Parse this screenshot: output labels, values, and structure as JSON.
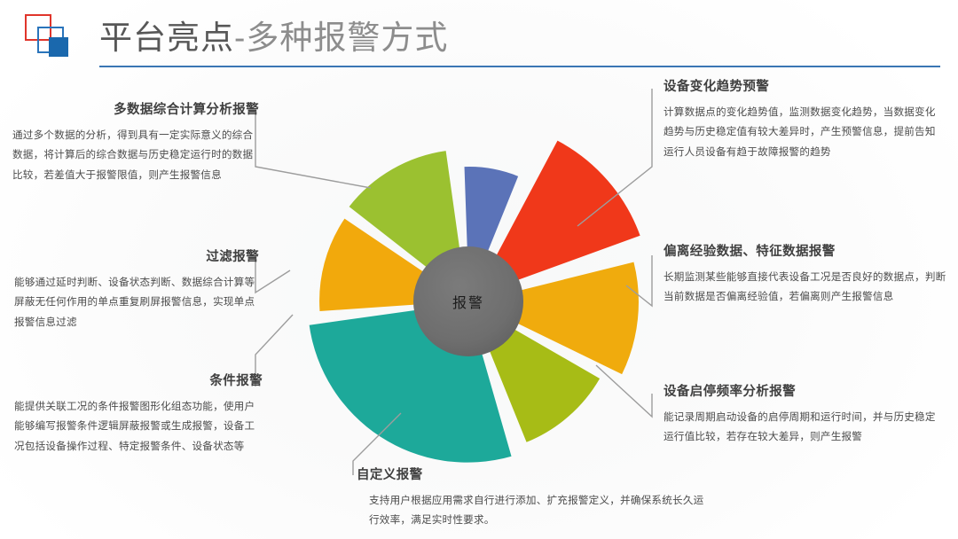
{
  "header": {
    "title_main": "平台亮点",
    "title_sub": "-多种报警方式",
    "logo_name": "three-squares-logo"
  },
  "diagram": {
    "hub_label": "报警",
    "hub_color": "#6e6e6e",
    "type": "radial-wedge-diagram",
    "wedges": [
      {
        "id": "trend",
        "label": "设备变化趋势预警",
        "color": "#f0381a",
        "start_angle": -62,
        "end_angle": -20,
        "radius": 198,
        "gap": 10
      },
      {
        "id": "deviation",
        "label": "偏离经验数据、特征数据报警",
        "color": "#f0ab0d",
        "start_angle": -14,
        "end_angle": 26,
        "radius": 186,
        "gap": 6
      },
      {
        "id": "startstop",
        "label": "设备启停频率分析报警",
        "color": "#a7bc16",
        "start_angle": 30,
        "end_angle": 68,
        "radius": 168,
        "gap": 4
      },
      {
        "id": "custom",
        "label": "自定义报警",
        "color": "#1da99a",
        "start_angle": 74,
        "end_angle": 172,
        "radius": 180,
        "gap": 2
      },
      {
        "id": "condition",
        "label": "条件报警",
        "color": "#f2a90c",
        "start_angle": 176,
        "end_angle": 214,
        "radius": 166,
        "gap": 2
      },
      {
        "id": "filter",
        "label": "过滤报警",
        "color": "#9bc130",
        "start_angle": 218,
        "end_angle": 262,
        "radius": 168,
        "gap": 4
      },
      {
        "id": "multidata",
        "label": "多数据综合计算分析报警",
        "color": "#5b73b8",
        "start_angle": -92,
        "end_angle": -68,
        "radius": 148,
        "gap": 4
      }
    ],
    "leader_color": "#9a9a9a"
  },
  "callouts": {
    "trend": {
      "title": "设备变化趋势预警",
      "body": "计算数据点的变化趋势值，监测数据变化趋势，当数据变化趋势与历史稳定值有较大差异时，产生预警信息，提前告知运行人员设备有趋于故障报警的趋势"
    },
    "deviation": {
      "title": "偏离经验数据、特征数据报警",
      "body": "长期监测某些能够直接代表设备工况是否良好的数据点，判断当前数据是否偏离经验值，若偏离则产生报警信息"
    },
    "startstop": {
      "title": "设备启停频率分析报警",
      "body": "能记录周期启动设备的启停周期和运行时间，并与历史稳定运行值比较，若存在较大差异，则产生报警"
    },
    "multidata": {
      "title": "多数据综合计算分析报警",
      "body": "通过多个数据的分析，得到具有一定实际意义的综合数据，将计算后的综合数据与历史稳定运行时的数据比较，若差值大于报警限值，则产生报警信息"
    },
    "filter": {
      "title": "过滤报警",
      "body": "能够通过延时判断、设备状态判断、数据综合计算等屏蔽无任何作用的单点重复刷屏报警信息，实现单点报警信息过滤"
    },
    "condition": {
      "title": "条件报警",
      "body": "能提供关联工况的条件报警图形化组态功能，使用户能够编写报警条件逻辑屏蔽报警或生成报警，设备工况包括设备操作过程、特定报警条件、设备状态等"
    },
    "custom": {
      "title": "自定义报警",
      "body": "支持用户根据应用需求自行进行添加、扩充报警定义，并确保系统长久运行效率，满足实时性要求。"
    }
  }
}
